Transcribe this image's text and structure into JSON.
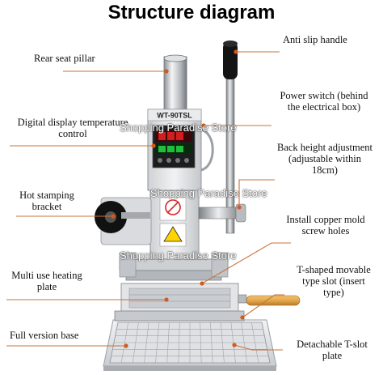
{
  "title": "Structure diagram",
  "labels": {
    "anti_slip_handle": "Anti slip handle",
    "rear_seat_pillar": "Rear seat pillar",
    "power_switch_1": "Power switch (behind",
    "power_switch_2": "the electrical box)",
    "digital_display_1": "Digital display temperature",
    "digital_display_2": "control",
    "back_height_1": "Back height adjustment",
    "back_height_2": "(adjustable within",
    "back_height_3": "18cm)",
    "hot_stamping_1": "Hot stamping",
    "hot_stamping_2": "bracket",
    "copper_mold_1": "Install copper mold",
    "copper_mold_2": "screw holes",
    "heating_plate_1": "Multi use heating",
    "heating_plate_2": "plate",
    "t_slot_1": "T-shaped movable",
    "t_slot_2": "type slot (insert",
    "t_slot_3": "type)",
    "base": "Full version base",
    "detachable_1": "Detachable T-slot",
    "detachable_2": "plate"
  },
  "machine": {
    "model": "WT-90TSL"
  },
  "watermark": "Shopping Paradise Store",
  "colors": {
    "leader_line": "#c8713a",
    "dot": "#d45a1a",
    "handle_wood": "#e3a84c",
    "display_red": "#e52020",
    "display_green": "#1fbf3a",
    "body_metal": "#e4e6e8"
  }
}
